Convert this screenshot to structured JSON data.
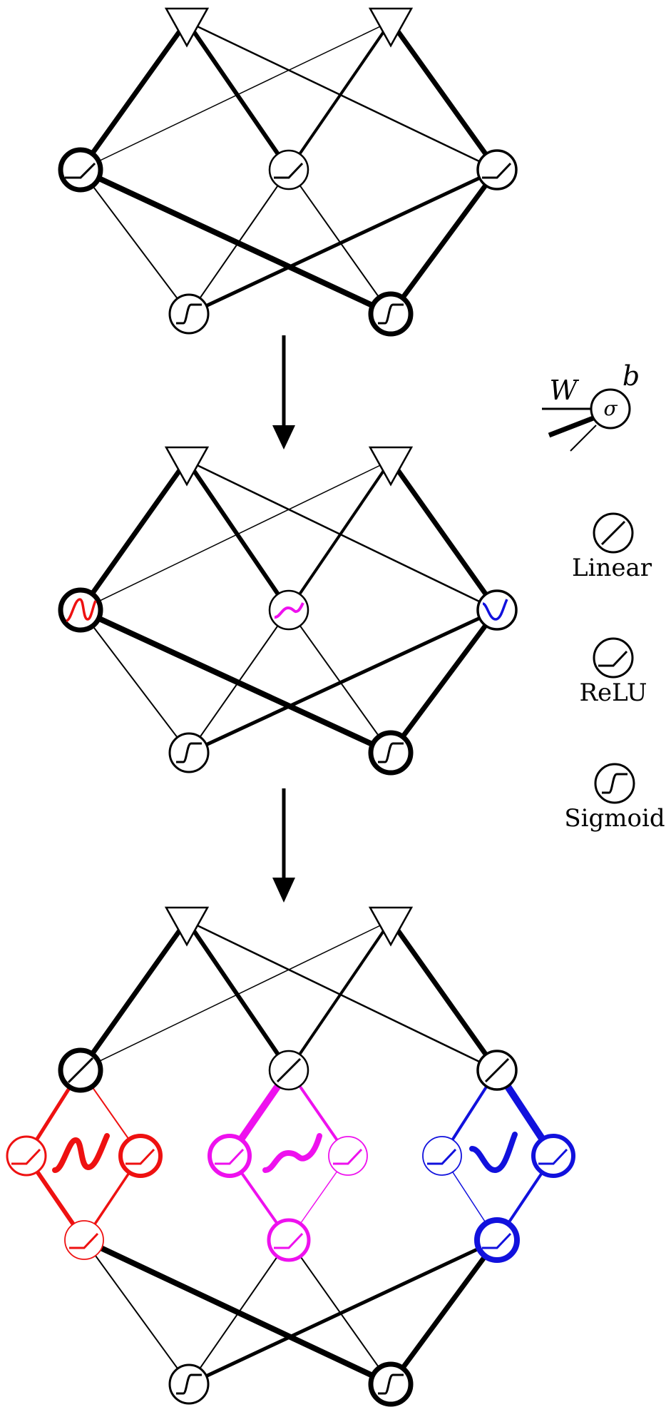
{
  "colors": {
    "ink": "#000000",
    "red": "#ee1111",
    "magenta": "#ee11ee",
    "blue": "#1111dd",
    "fill": "#ffffff"
  },
  "legend": {
    "weight_symbol": "W",
    "bias_symbol": "b",
    "activation_symbol": "σ",
    "items": [
      {
        "label": "Linear",
        "icon": "linear-icon"
      },
      {
        "label": "ReLU",
        "icon": "relu-icon"
      },
      {
        "label": "Sigmoid",
        "icon": "sigmoid-icon"
      }
    ]
  }
}
